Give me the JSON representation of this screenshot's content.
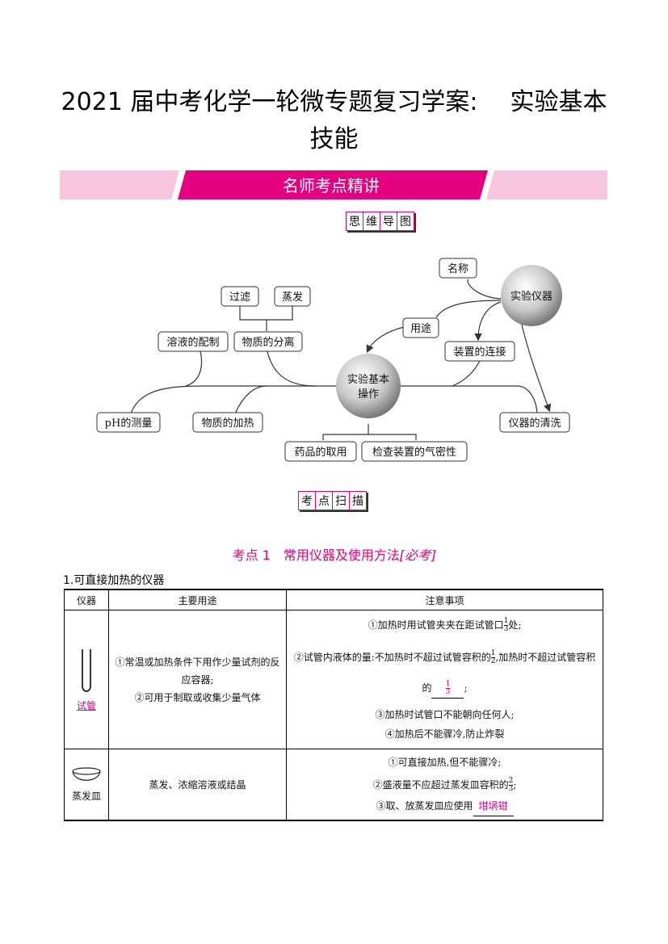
{
  "title": {
    "line1a": "2021 届中考化学一轮微专题复习学案:",
    "line1b": "实验基本",
    "line2": "技能"
  },
  "banner": {
    "text": "名师考点精讲",
    "color": "#e4007f",
    "light_color": "#f7c6dc"
  },
  "mindmap_tag": [
    "思",
    "维",
    "导",
    "图"
  ],
  "mindmap": {
    "center1": "实验仪器",
    "center2_line1": "实验基本",
    "center2_line2": "操作",
    "nodes": {
      "name": "名称",
      "use": "用途",
      "connect": "装置的连接",
      "filter": "过滤",
      "evaporate": "蒸发",
      "solution": "溶液的配制",
      "separate": "物质的分离",
      "ph": "pH的测量",
      "heat": "物质的加热",
      "clean": "仪器的清洗",
      "take": "药品的取用",
      "airtight": "检查装置的气密性"
    }
  },
  "scan_tag": [
    "考",
    "点",
    "扫",
    "描"
  ],
  "section": {
    "label": "考点 1　常用仪器及使用方法",
    "mark": "[必考]"
  },
  "subsection": "1.可直接加热的仪器",
  "table": {
    "headers": [
      "仪器",
      "主要用途",
      "注意事项"
    ],
    "row1": {
      "name": "试管",
      "use1": "①常温或加热条件下用作少量试剂的反应容器;",
      "use2": "②可用于制取或收集少量气体",
      "note1a": "①加热时用试管夹夹在距试管口",
      "note1_frac_n": "1",
      "note1_frac_d": "3",
      "note1b": "处;",
      "note2a": "②试管内液体的量:不加热时不超过试管容积的",
      "note2_frac_n": "1",
      "note2_frac_d": "2",
      "note2b": ",加热时不超过试管容积",
      "note2c": "的",
      "note2_blank_n": "1",
      "note2_blank_d": "3",
      "note2d": ";",
      "note3": "③加热时试管口不能朝向任何人;",
      "note4": "④加热后不能骤冷,防止炸裂"
    },
    "row2": {
      "name": "蒸发皿",
      "use": "蒸发、浓缩溶液或结晶",
      "note1": "①可直接加热,但不能骤冷;",
      "note2a": "②盛液量不应超过蒸发皿容积的",
      "note2_frac_n": "2",
      "note2_frac_d": "3",
      "note2b": ";",
      "note3a": "③取、放蒸发皿应使用",
      "note3_blank": "坩埚钳"
    }
  }
}
